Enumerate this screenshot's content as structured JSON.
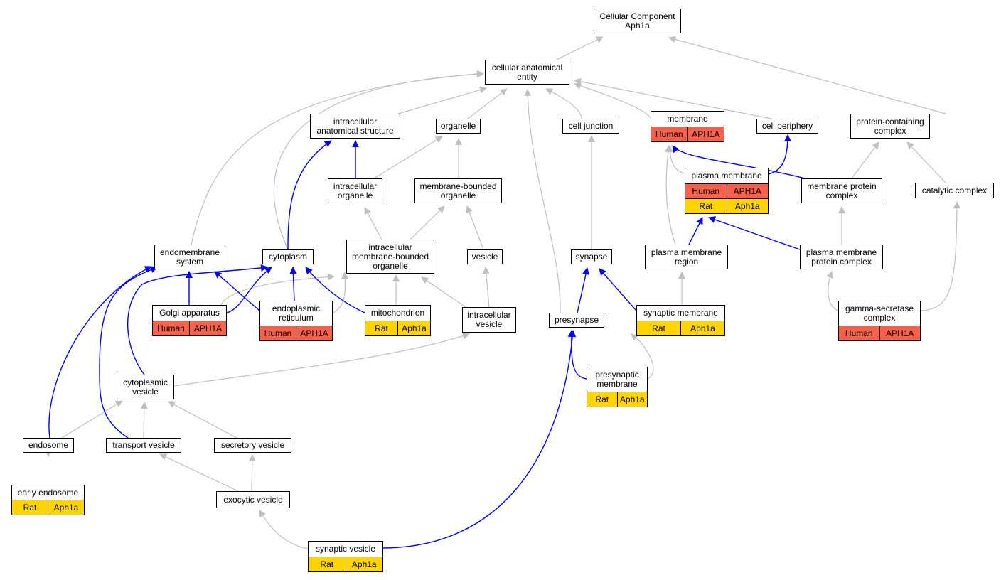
{
  "colors": {
    "edge_gray": "#c0c0c0",
    "edge_blue": "#0000ff",
    "human": "#f9614b",
    "rat": "#ffd400"
  },
  "nodes": {
    "cc_aph1a": {
      "label": "Cellular Component\nAph1a"
    },
    "cae": {
      "label": "cellular anatomical\nentity"
    },
    "ias": {
      "label": "intracellular\nanatomical structure"
    },
    "organelle": {
      "label": "organelle"
    },
    "cell_junction": {
      "label": "cell junction"
    },
    "membrane": {
      "label": "membrane",
      "rows": [
        [
          "Human",
          "APH1A"
        ]
      ]
    },
    "cell_periphery": {
      "label": "cell periphery"
    },
    "pcc": {
      "label": "protein-containing\ncomplex"
    },
    "io": {
      "label": "intracellular\norganelle"
    },
    "mbo": {
      "label": "membrane-bounded\norganelle"
    },
    "plasma_membrane": {
      "label": "plasma membrane",
      "rows": [
        [
          "Human",
          "APH1A"
        ],
        [
          "Rat",
          "Aph1a"
        ]
      ]
    },
    "mpc": {
      "label": "membrane protein\ncomplex"
    },
    "catalytic": {
      "label": "catalytic complex"
    },
    "endomembrane": {
      "label": "endomembrane\nsystem"
    },
    "cytoplasm": {
      "label": "cytoplasm"
    },
    "imbo": {
      "label": "intracellular\nmembrane-bounded\norganelle"
    },
    "vesicle": {
      "label": "vesicle"
    },
    "synapse": {
      "label": "synapse"
    },
    "pmr": {
      "label": "plasma membrane\nregion"
    },
    "pmpc": {
      "label": "plasma membrane\nprotein complex"
    },
    "golgi": {
      "label": "Golgi apparatus",
      "rows": [
        [
          "Human",
          "APH1A"
        ]
      ]
    },
    "er": {
      "label": "endoplasmic\nreticulum",
      "rows": [
        [
          "Human",
          "APH1A"
        ]
      ]
    },
    "mito": {
      "label": "mitochondrion",
      "rows": [
        [
          "Rat",
          "Aph1a"
        ]
      ]
    },
    "iv": {
      "label": "intracellular\nvesicle"
    },
    "presynapse": {
      "label": "presynapse"
    },
    "syn_membrane": {
      "label": "synaptic membrane",
      "rows": [
        [
          "Rat",
          "Aph1a"
        ]
      ]
    },
    "gsc": {
      "label": "gamma-secretase\ncomplex",
      "rows": [
        [
          "Human",
          "APH1A"
        ]
      ]
    },
    "presyn_membrane": {
      "label": "presynaptic\nmembrane",
      "rows": [
        [
          "Rat",
          "Aph1a"
        ]
      ]
    },
    "cyto_vesicle": {
      "label": "cytoplasmic\nvesicle"
    },
    "endosome": {
      "label": "endosome"
    },
    "transport_vesicle": {
      "label": "transport vesicle"
    },
    "secretory_vesicle": {
      "label": "secretory vesicle"
    },
    "early_endosome": {
      "label": "early endosome",
      "rows": [
        [
          "Rat",
          "Aph1a"
        ]
      ]
    },
    "exocytic_vesicle": {
      "label": "exocytic vesicle"
    },
    "synaptic_vesicle": {
      "label": "synaptic vesicle",
      "rows": [
        [
          "Rat",
          "Aph1a"
        ]
      ]
    }
  }
}
